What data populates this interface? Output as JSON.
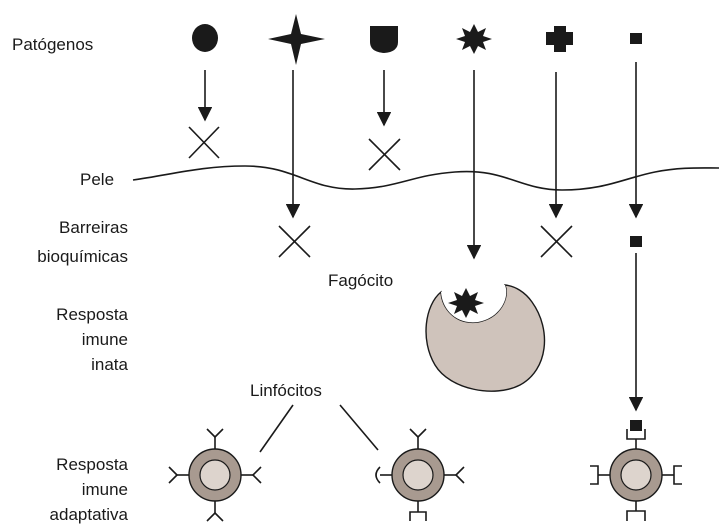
{
  "labels": {
    "patogenos": "Patógenos",
    "pele": "Pele",
    "barreiras_1": "Barreiras",
    "barreiras_2": "bioquímicas",
    "fagocito": "Fagócito",
    "inata_1": "Resposta",
    "inata_2": "imune",
    "inata_3": "inata",
    "linfocitos": "Linfócitos",
    "adapt_1": "Resposta",
    "adapt_2": "imune",
    "adapt_3": "adaptativa"
  },
  "pathogen_shapes": [
    "circle",
    "four-point-star",
    "shield",
    "spiky-star",
    "cross",
    "small-square"
  ],
  "colors": {
    "ink": "#1a1a1a",
    "phagocyte": "#cfc3bb",
    "lymphocyte_ring": "#a89a90",
    "lymphocyte_core": "#ddd4cd"
  }
}
